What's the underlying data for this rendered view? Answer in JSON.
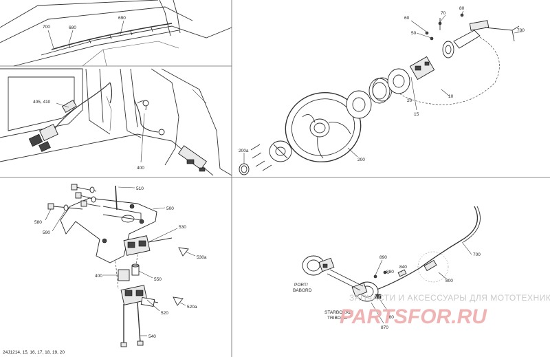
{
  "callouts": {
    "c690": "690",
    "c700_top": "700",
    "c680": "680",
    "c405_410": "405, 410",
    "c400_mid": "400",
    "c60": "60",
    "c70": "70",
    "c80": "80",
    "c50": "50",
    "c700_wheel": "700",
    "c10": "10",
    "c15": "15",
    "c20": "20",
    "c200": "200",
    "c200a": "200a",
    "c510": "510",
    "c500": "500",
    "c580": "580",
    "c590": "590",
    "c530": "530",
    "c530a": "530a",
    "c400_bot": "400",
    "c550": "550",
    "c520a": "520a",
    "c520": "520",
    "c540": "540",
    "c700_cable": "700",
    "c890": "890",
    "c880": "880",
    "c840": "840",
    "c800": "800",
    "c860": "860",
    "c870": "870"
  },
  "side_labels": {
    "port": "PORT/",
    "babord": "BABORD",
    "starboard": "STARBOARD/",
    "tribord": "TRIBORD"
  },
  "drawing_ref": "24J1214, 15, 16, 17, 18, 19, 20",
  "watermark": {
    "text": "ЗАПЧАСТИ И АКСЕССУАРЫ ДЛЯ МОТОТЕХНИКИ",
    "brand": "PARTSFOR.RU"
  }
}
